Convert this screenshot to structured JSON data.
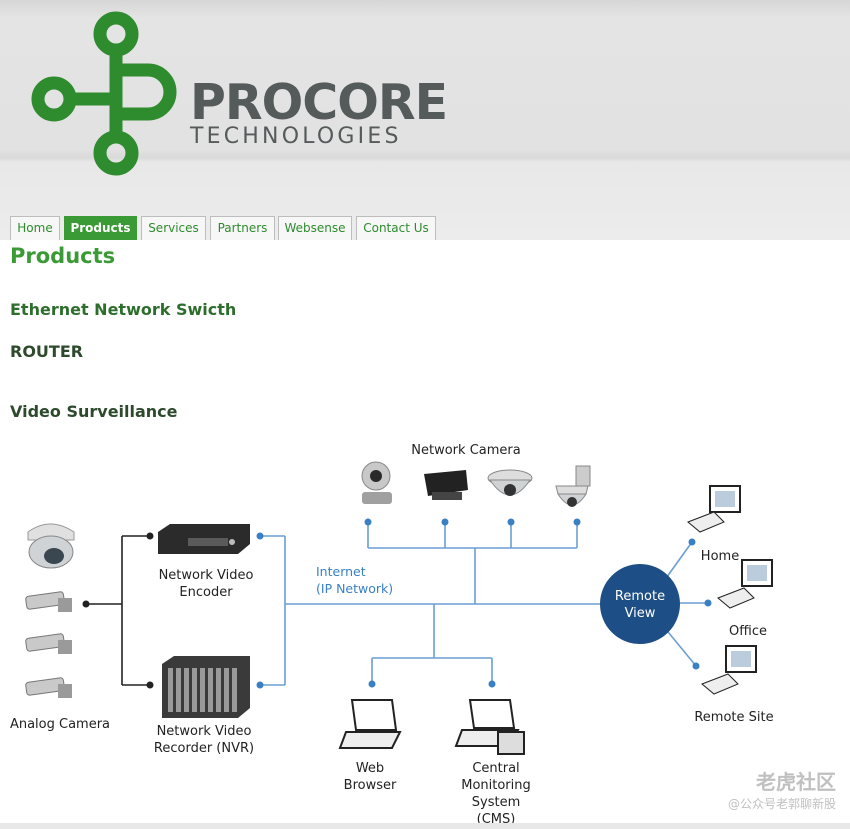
{
  "brand": {
    "name": "PROCORE",
    "tagline": "TECHNOLOGIES",
    "logo_color": "#2e8b2e"
  },
  "nav": {
    "tabs": [
      {
        "label": "Home",
        "active": false
      },
      {
        "label": "Products",
        "active": true
      },
      {
        "label": "Services",
        "active": false
      },
      {
        "label": "Partners",
        "active": false
      },
      {
        "label": "Websense",
        "active": false
      },
      {
        "label": "Contact Us",
        "active": false
      }
    ]
  },
  "main": {
    "title": "Products",
    "items": [
      "Ethernet Network Swicth",
      "ROUTER",
      "Video Surveillance"
    ]
  },
  "diagram": {
    "network_camera": "Network Camera",
    "encoder": [
      "Network Video",
      "Encoder"
    ],
    "recorder": [
      "Network Video",
      "Recorder (NVR)"
    ],
    "analog": "Analog Camera",
    "internet": [
      "Internet",
      "(IP Network)"
    ],
    "remote": [
      "Remote",
      "View"
    ],
    "home": "Home",
    "office": "Office",
    "remote_site": "Remote Site",
    "web": [
      "Web",
      "Browser"
    ],
    "cms": [
      "Central",
      "Monitoring",
      "System",
      "(CMS)"
    ],
    "accent_color": "#1e4e86",
    "line_color": "#6a9fd4"
  },
  "watermark": {
    "line1": "老虎社区",
    "line2": "@公众号老郭聊新股"
  }
}
